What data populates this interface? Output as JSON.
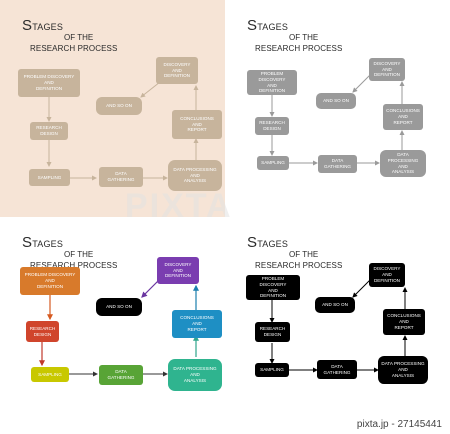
{
  "title": {
    "letter_s": "S",
    "word1": "TAGES",
    "word2": "OF",
    "word3": "THE",
    "line2": "RESEARCH PROCESS"
  },
  "nodes": {
    "problem": "PROBLEM DISCOVERY\nAND\nDEFINITION",
    "design": "RESEARCH\nDESIGN",
    "sampling": "SAMPLING",
    "gathering": "DATA\nGATHERING",
    "processing": "DATA PROCESSING\nAND\nANALYSIS",
    "conclusions": "CONCLUSIONS\nAND\nREPORT",
    "discovery": "DISCOVERY\nAND\nDEFINITION",
    "soon": "AND SO ON"
  },
  "panels": [
    {
      "id": "tan",
      "bg": "#f6e4d6",
      "box_color": "#c7b49c",
      "arrow": "#c7b49c",
      "text_color": "#ffffff"
    },
    {
      "id": "gray",
      "bg": "#ffffff",
      "box_color": "#9a9a9a",
      "arrow": "#9a9a9a",
      "text_color": "#ffffff"
    },
    {
      "id": "color",
      "bg": "#ffffff",
      "arrow_colors": {
        "problem": "#d65a20",
        "design": "#c0392b",
        "sampling": "#b5b500",
        "gathering": "#4f8f2f",
        "processing": "#2fa58c",
        "conclusions": "#1a7fae",
        "discovery": "#6a35a0",
        "soon": "#111111"
      }
    },
    {
      "id": "black",
      "bg": "#ffffff",
      "box_color": "#000000",
      "arrow": "#000000",
      "text_color": "#ffffff"
    }
  ],
  "node_colors_colored": {
    "problem": "#d87a2b",
    "design": "#d0452c",
    "sampling": "#c8c800",
    "gathering": "#58a436",
    "processing": "#2fb48f",
    "conclusions": "#1e8fc4",
    "discovery": "#7a3db0",
    "soon": "#000000"
  },
  "watermark": "PIXTA",
  "footer": "pixta.jp - 27145441"
}
